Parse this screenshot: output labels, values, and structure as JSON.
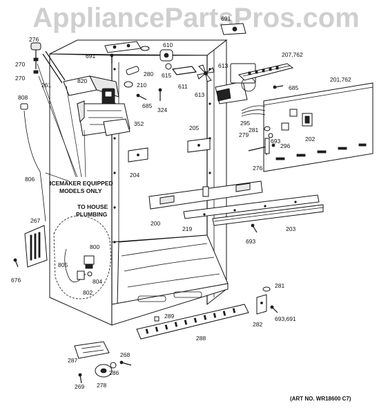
{
  "watermark": "AppliancePartsPros.com",
  "notes": {
    "icemaker_line1": "ICEMAKER EQUIPPED",
    "icemaker_line2": "MODELS ONLY",
    "house_line1": "TO HOUSE",
    "house_line2": "PLUMBING",
    "art_no": "(ART NO. WR18600 C7)"
  },
  "parts": [
    {
      "id": "p270a",
      "text": "270"
    },
    {
      "id": "p270b",
      "text": "270"
    },
    {
      "id": "p276",
      "text": "276"
    },
    {
      "id": "p261",
      "text": "261"
    },
    {
      "id": "p808",
      "text": "808"
    },
    {
      "id": "p806",
      "text": "806"
    },
    {
      "id": "p691a",
      "text": "691"
    },
    {
      "id": "p691b",
      "text": "691"
    },
    {
      "id": "p610",
      "text": "610"
    },
    {
      "id": "p615",
      "text": "615"
    },
    {
      "id": "p280",
      "text": "280"
    },
    {
      "id": "p210",
      "text": "210"
    },
    {
      "id": "p820",
      "text": "820"
    },
    {
      "id": "p685a",
      "text": "685"
    },
    {
      "id": "p324",
      "text": "324"
    },
    {
      "id": "p352",
      "text": "352"
    },
    {
      "id": "p611",
      "text": "611"
    },
    {
      "id": "p613a",
      "text": "613"
    },
    {
      "id": "p613b",
      "text": "613"
    },
    {
      "id": "p207",
      "text": "207,762"
    },
    {
      "id": "p685b",
      "text": "685"
    },
    {
      "id": "p201",
      "text": "201,762"
    },
    {
      "id": "p295",
      "text": "295"
    },
    {
      "id": "p281a",
      "text": "281"
    },
    {
      "id": "p279",
      "text": "279"
    },
    {
      "id": "p693a",
      "text": "693"
    },
    {
      "id": "p296",
      "text": "296"
    },
    {
      "id": "p202",
      "text": "202"
    },
    {
      "id": "p276b",
      "text": "276"
    },
    {
      "id": "p205",
      "text": "205"
    },
    {
      "id": "p204",
      "text": "204"
    },
    {
      "id": "p200",
      "text": "200"
    },
    {
      "id": "p219",
      "text": "219"
    },
    {
      "id": "p203",
      "text": "203"
    },
    {
      "id": "p693b",
      "text": "693"
    },
    {
      "id": "p267",
      "text": "267"
    },
    {
      "id": "p676",
      "text": "676"
    },
    {
      "id": "p800",
      "text": "800"
    },
    {
      "id": "p805",
      "text": "805"
    },
    {
      "id": "p804",
      "text": "804"
    },
    {
      "id": "p802",
      "text": "802"
    },
    {
      "id": "p281b",
      "text": "281"
    },
    {
      "id": "p282",
      "text": "282"
    },
    {
      "id": "p693c",
      "text": "693,691"
    },
    {
      "id": "p289",
      "text": "289"
    },
    {
      "id": "p288",
      "text": "288"
    },
    {
      "id": "p287",
      "text": "287"
    },
    {
      "id": "p268",
      "text": "268"
    },
    {
      "id": "p286",
      "text": "286"
    },
    {
      "id": "p269",
      "text": "269"
    },
    {
      "id": "p278",
      "text": "278"
    }
  ]
}
